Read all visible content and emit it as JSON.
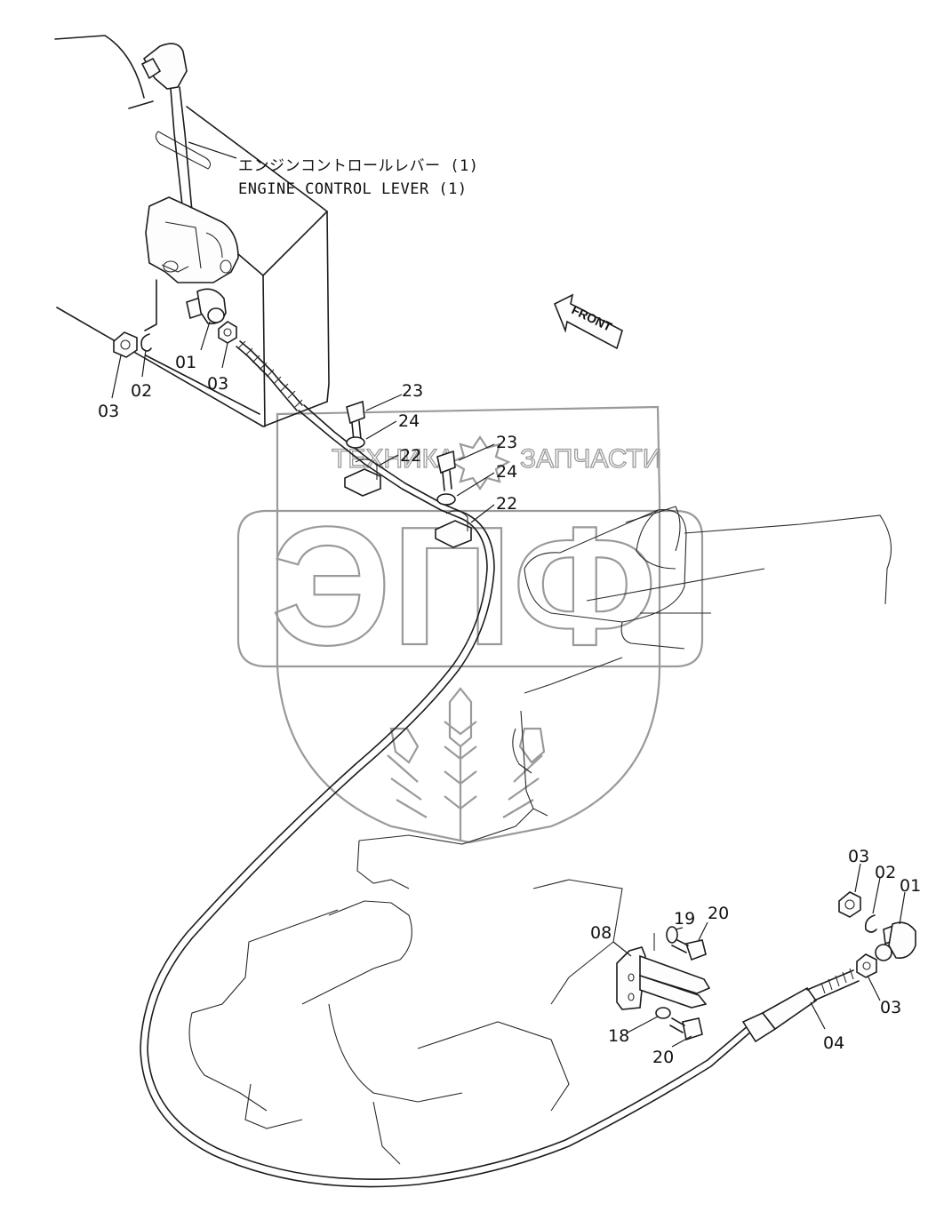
{
  "caption": {
    "japanese": "エンジンコントロールレバー (1)",
    "english": "ENGINE CONTROL LEVER (1)"
  },
  "direction_label": "FRONT",
  "watermark": {
    "top_line_left": "ТЕХНИКА",
    "top_line_right": "ЗАПЧАСТИ",
    "logo_letters": "ЭПФ"
  },
  "callouts": {
    "c01_top": "01",
    "c02_top": "02",
    "c03_top_left": "03",
    "c03_top_mid": "03",
    "c23_a": "23",
    "c24_a": "24",
    "c22_a": "22",
    "c23_b": "23",
    "c24_b": "24",
    "c22_b": "22",
    "c03_right_top": "03",
    "c02_right": "02",
    "c01_right": "01",
    "c03_right_bottom": "03",
    "c19": "19",
    "c20_top": "20",
    "c08": "08",
    "c18": "18",
    "c20_bottom": "20",
    "c04": "04"
  }
}
